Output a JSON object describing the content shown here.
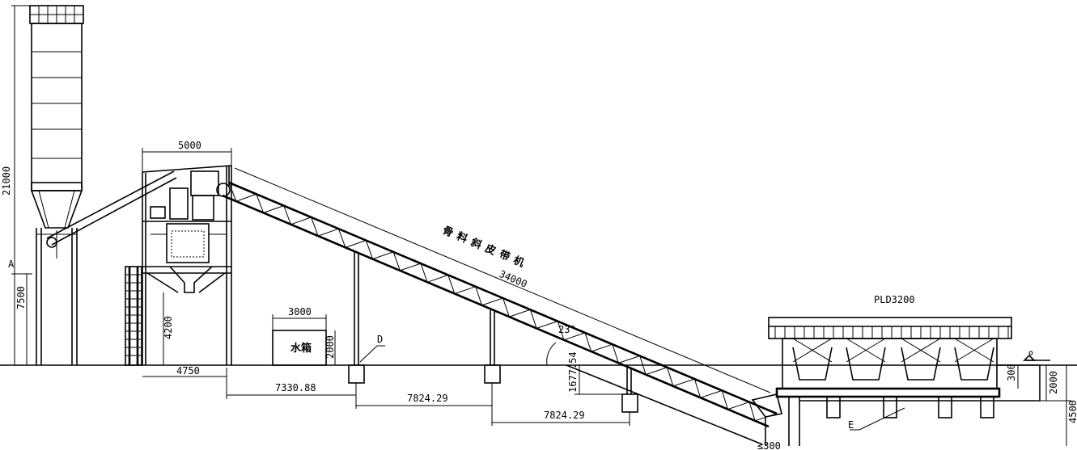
{
  "colors": {
    "ink": "#000000",
    "paper": "#ffffff"
  },
  "labels": {
    "conveyor_name": "骨料斜皮带机",
    "batcher": "PLD3200",
    "water_tank": "水箱",
    "mark_a": "A",
    "mark_d": "D",
    "mark_e": "E"
  },
  "dimensions": {
    "silo_height": "21000",
    "lower_height": "7500",
    "tower_width": "5000",
    "mixer_support_height": "4200",
    "tower_base": "4750",
    "tank_width": "3000",
    "tank_height": "2000",
    "span_1": "7330.88",
    "span_2": "7824.29",
    "span_3": "7824.29",
    "conveyor_length": "34000",
    "angle": "23°",
    "pit_depth": "1677.54",
    "bin_gap": "300",
    "bin_height": "2000",
    "pit_total": "4500",
    "bottom_label": "≤300"
  }
}
